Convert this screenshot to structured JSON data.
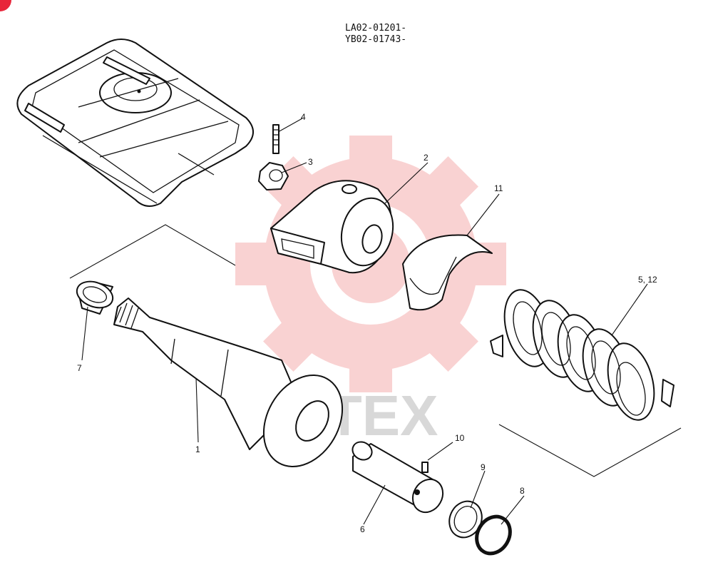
{
  "header": {
    "line1": "LA02-01201-",
    "line2": "YB02-01743-"
  },
  "watermark": {
    "text": "MITEX",
    "color": "#f08080"
  },
  "corner_badge_color": "#e8253a",
  "parts": [
    {
      "id": "p1",
      "label": "1"
    },
    {
      "id": "p2",
      "label": "2"
    },
    {
      "id": "p3",
      "label": "3"
    },
    {
      "id": "p4",
      "label": "4"
    },
    {
      "id": "p5",
      "label": "5, 12"
    },
    {
      "id": "p6",
      "label": "6"
    },
    {
      "id": "p7",
      "label": "7"
    },
    {
      "id": "p8",
      "label": "8"
    },
    {
      "id": "p9",
      "label": "9"
    },
    {
      "id": "p10",
      "label": "10"
    },
    {
      "id": "p11",
      "label": "11"
    }
  ]
}
